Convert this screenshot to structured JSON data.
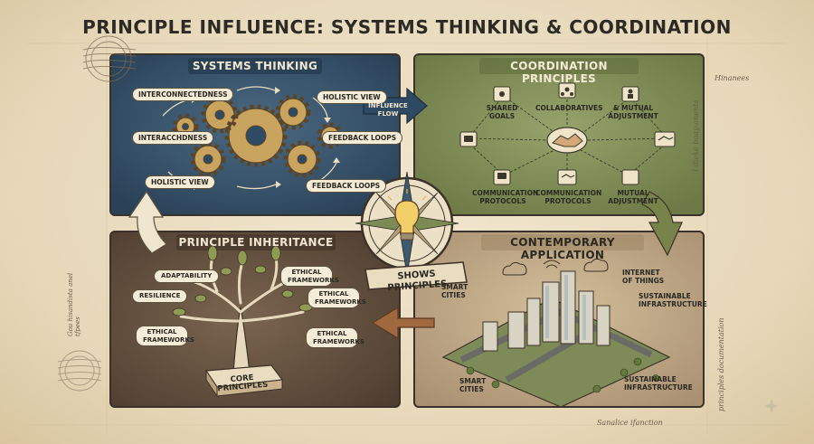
{
  "title": "PRINCIPLE INFLUENCE: SYSTEMS THINKING & COORDINATION",
  "panels": {
    "systems": {
      "title": "SYSTEMS THINKING",
      "labels": [
        "INTERCONNECTEDNESS",
        "HOLISTIC VIEW",
        "INTERACCHDNESS",
        "FEEDBACK LOOPS",
        "HOLISTIC VIEW",
        "FEEDBACK LOOPS"
      ]
    },
    "coordination": {
      "title": "COORDINATION PRINCIPLES",
      "labels": [
        "SHARED GOALS",
        "COLLABORATIVES",
        "& MUTUAL ADJUSTMENT",
        "COMMUNICATION PROTOCOLS",
        "COMMUNICATION PROTOCOLS",
        "MUTUAL ADJUSTMENT"
      ]
    },
    "inheritance": {
      "title": "PRINCIPLE INHERITANCE",
      "labels": [
        "ADAPTABILITY",
        "ETHICAL FRAMEWORKS",
        "RESILIENCE",
        "ETHICAL FRAMEWORKS",
        "ETHICAL FRAMEWORKS",
        "ETHICAL FRAMEWORKS"
      ],
      "base_label": "CORE PRINCIPLES"
    },
    "contemporary": {
      "title": "CONTEMPORARY APPLICATION",
      "labels": [
        "SMART CITIES",
        "INTERNET OF THINGS",
        "SUSTAINABLE INFRASTRUCTURE",
        "SMART CITIES",
        "SUSTAINABLE INFRASTRUCTURE"
      ]
    }
  },
  "flow_label": "INFLUENCE FLOW",
  "center_banner": "SHOWS PRINCIPLES",
  "margin_notes": [
    "Hinanees",
    "I dieke boay-onents",
    "principles documentation",
    "Sanalice ifanction",
    "Gou hisandista anel tfpees"
  ],
  "colors": {
    "systems_panel": "#2f4b63",
    "coordination_panel": "#7d8a55",
    "inheritance_panel": "#5f4c3a",
    "contemporary_panel": "#b59d77",
    "arrow_green": "#77834a",
    "arrow_brown": "#a0683f",
    "arrow_cream": "#f0e6cf"
  }
}
